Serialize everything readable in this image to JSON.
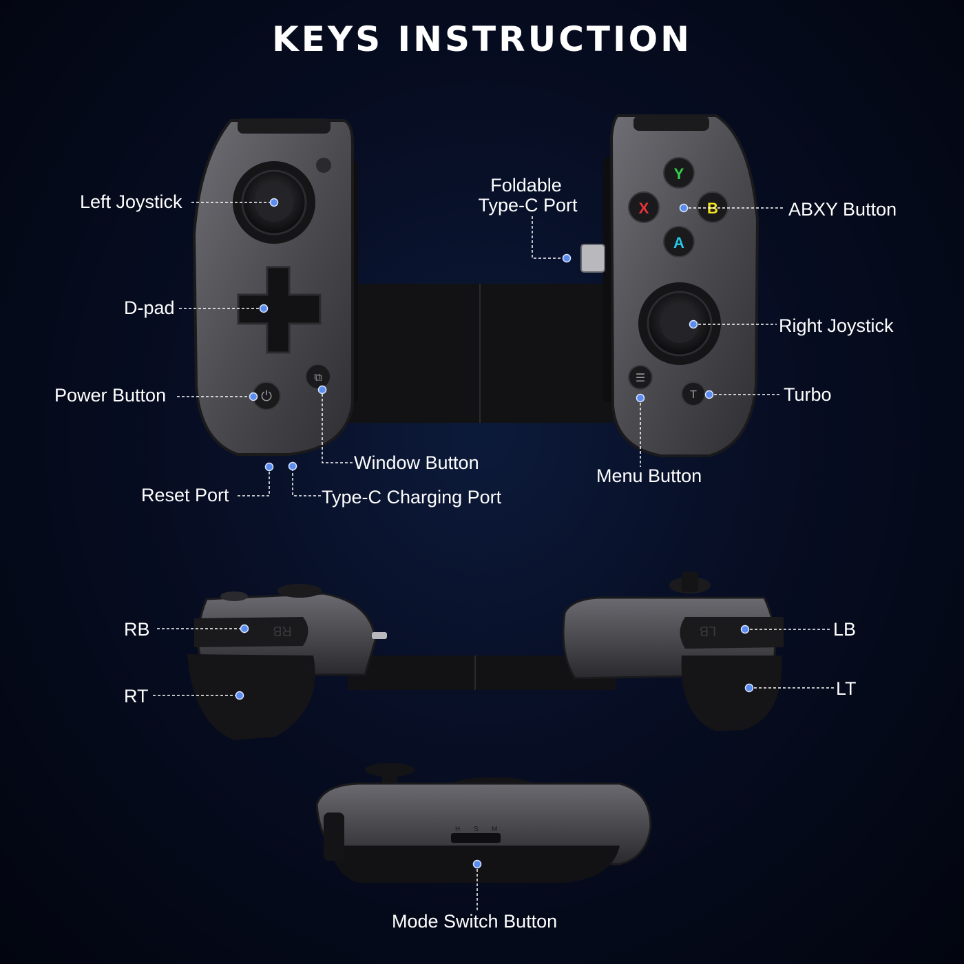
{
  "title": "KEYS INSTRUCTION",
  "callouts": {
    "left_joystick": "Left Joystick",
    "d_pad": "D-pad",
    "power_button": "Power Button",
    "reset_port": "Reset Port",
    "type_c_charging_port": "Type-C Charging Port",
    "window_button": "Window Button",
    "foldable_type_c_line1": "Foldable",
    "foldable_type_c_line2": "Type-C Port",
    "abxy_button": "ABXY Button",
    "right_joystick": "Right Joystick",
    "turbo": "Turbo",
    "menu_button": "Menu Button",
    "rb": "RB",
    "rt": "RT",
    "lb": "LB",
    "lt": "LT",
    "mode_switch_button": "Mode Switch Button"
  },
  "face_buttons": {
    "y": "Y",
    "x": "X",
    "b": "B",
    "a": "A"
  },
  "shoulder_engravings": {
    "rb": "RB",
    "lb": "LB"
  },
  "mode_switch_marks": {
    "h": "H",
    "s": "S",
    "m": "M"
  },
  "colors": {
    "background": "#050b1f",
    "callout_dot": "#5b8def",
    "button_y": "#35d14a",
    "button_x": "#e8343a",
    "button_b": "#f2e21f",
    "button_a": "#27c7e6"
  },
  "icons": [
    "power-icon",
    "window-icon",
    "menu-icon",
    "turbo-icon"
  ]
}
